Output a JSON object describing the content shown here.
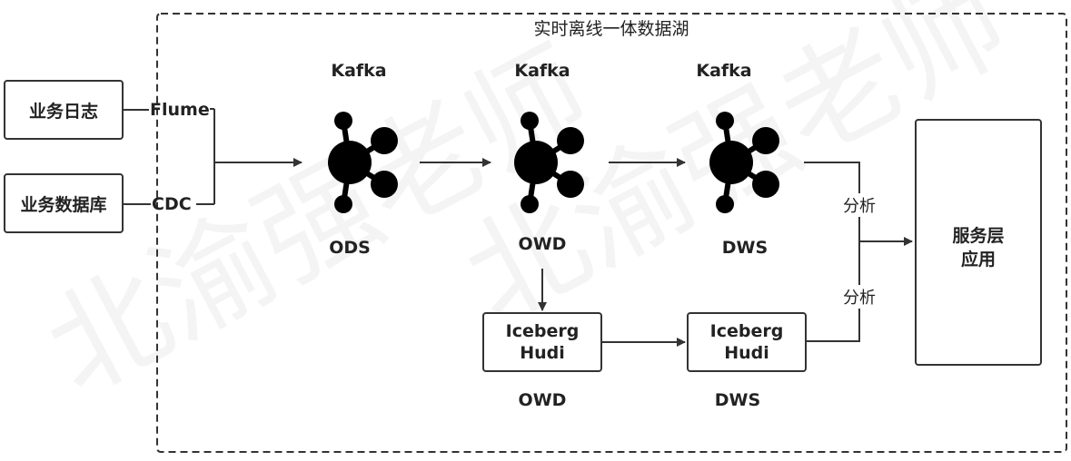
{
  "lake_title": "实时离线一体数据湖",
  "sources": {
    "log": "业务日志",
    "db": "业务数据库",
    "flume": "Flume",
    "cdc": "CDC"
  },
  "kafka_nodes": [
    {
      "top": "Kafka",
      "bottom": "ODS"
    },
    {
      "top": "Kafka",
      "bottom": "OWD"
    },
    {
      "top": "Kafka",
      "bottom": "DWS"
    }
  ],
  "lake_boxes": [
    {
      "line1": "Iceberg",
      "line2": "Hudi",
      "label": "OWD"
    },
    {
      "line1": "Iceberg",
      "line2": "Hudi",
      "label": "DWS"
    }
  ],
  "analysis_labels": [
    "分析",
    "分析"
  ],
  "service": {
    "line1": "服务层",
    "line2": "应用"
  },
  "watermark": "北渝强老师",
  "colors": {
    "line": "#333333",
    "node": "#000000",
    "border": "#333333"
  }
}
